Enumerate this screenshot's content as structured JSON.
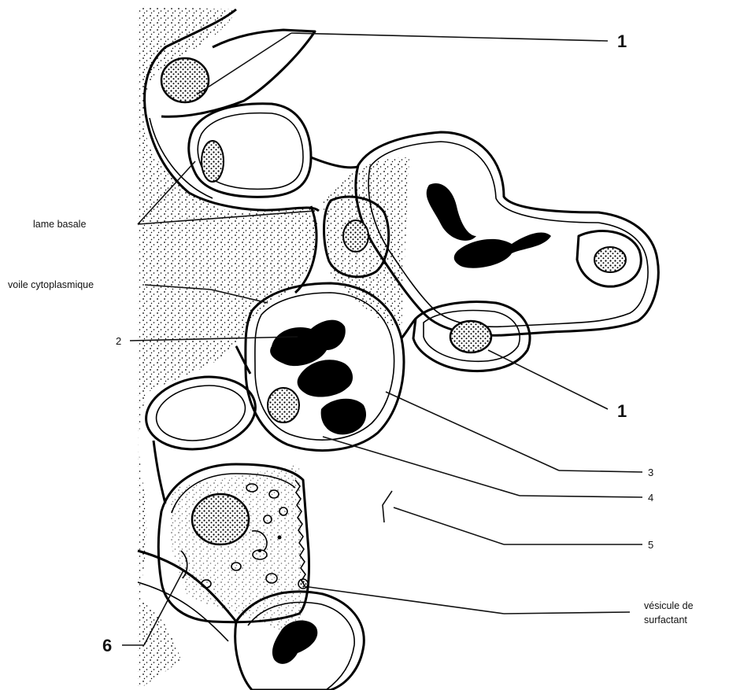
{
  "labels": {
    "n1_top": "1",
    "n1_right": "1",
    "lame_basale": "lame basale",
    "voile": "voile cytoplasmique",
    "n2": "2",
    "n3": "3",
    "n4": "4",
    "n5": "5",
    "n6": "6",
    "vesicule_line1": "vésicule de",
    "vesicule_line2": "surfactant"
  }
}
